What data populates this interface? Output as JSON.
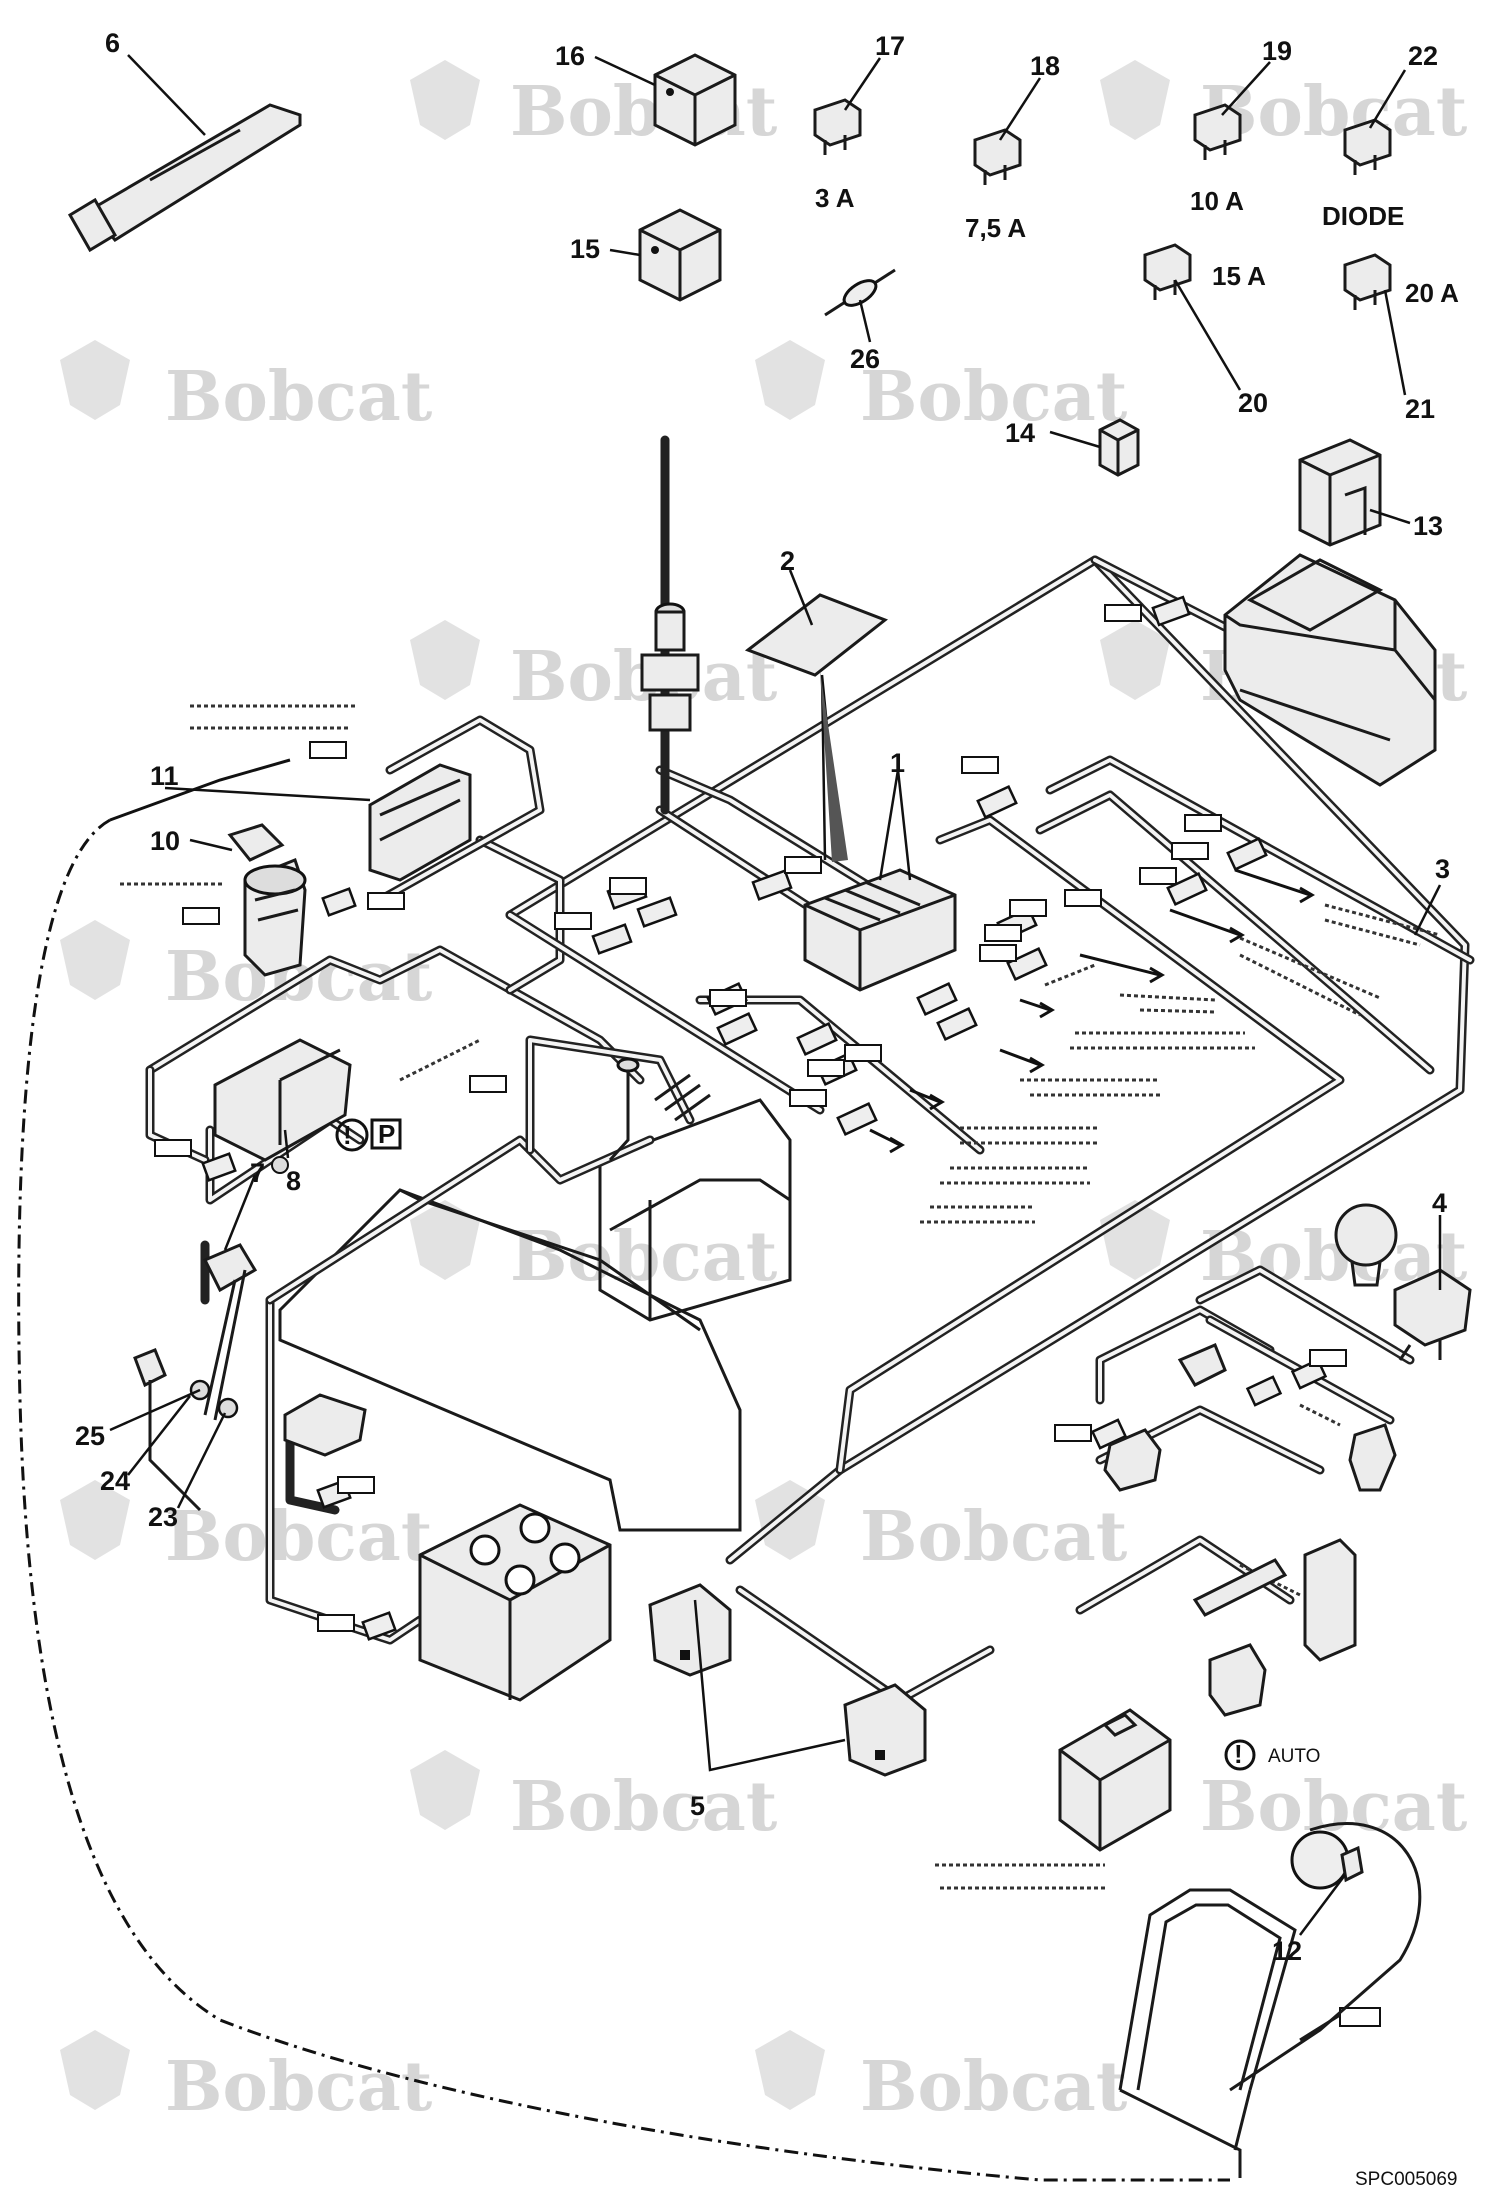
{
  "watermark": {
    "text": "Bobcat"
  },
  "drawing_number": "SPC005069",
  "fuse_ratings": [
    {
      "part": "17",
      "label": "3 A"
    },
    {
      "part": "18",
      "label": "7,5 A"
    },
    {
      "part": "19",
      "label": "10 A"
    },
    {
      "part": "22",
      "label": "DIODE"
    },
    {
      "part": "20",
      "label": "15 A"
    },
    {
      "part": "21",
      "label": "20 A"
    }
  ],
  "callouts": [
    "1",
    "2",
    "3",
    "4",
    "5",
    "6",
    "7",
    "8",
    "10",
    "11",
    "12",
    "13",
    "14",
    "15",
    "16",
    "17",
    "18",
    "19",
    "20",
    "21",
    "22",
    "23",
    "24",
    "25",
    "26"
  ],
  "symbols": {
    "auto_label": "AUTO",
    "parking_symbol": "P"
  },
  "colors": {
    "line": "#1a1a1a",
    "watermark": "#d6d6d6",
    "background": "#ffffff"
  }
}
